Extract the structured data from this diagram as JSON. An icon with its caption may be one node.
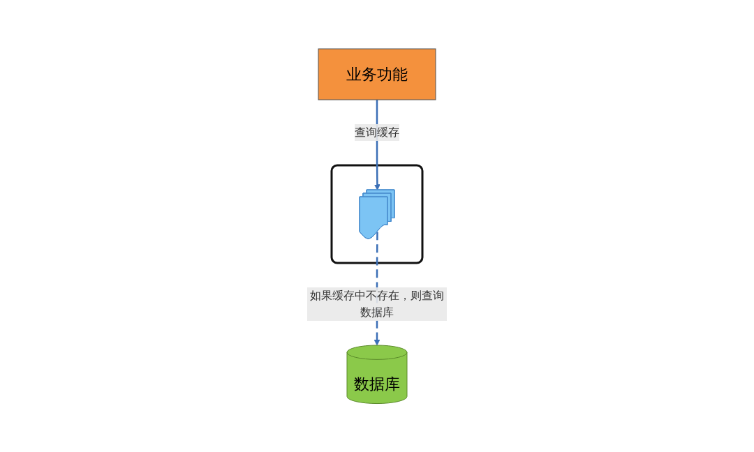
{
  "diagram": {
    "nodes": [
      {
        "text": [
          "业务功能"
        ]
      },
      {
        "text": [],
        "shape": "box"
      },
      {
        "text": [],
        "shape": "document",
        "in": 1
      },
      {
        "text": [
          "数据库"
        ]
      }
    ],
    "edges": [
      {
        "from": 0,
        "to": 2,
        "arrow": "to",
        "label": "查询缓存"
      },
      {
        "from": 2,
        "to": 3,
        "arrow": "to",
        "label": "如果缓存中不存在，则查询数据库",
        "style": "dashed"
      }
    ]
  }
}
